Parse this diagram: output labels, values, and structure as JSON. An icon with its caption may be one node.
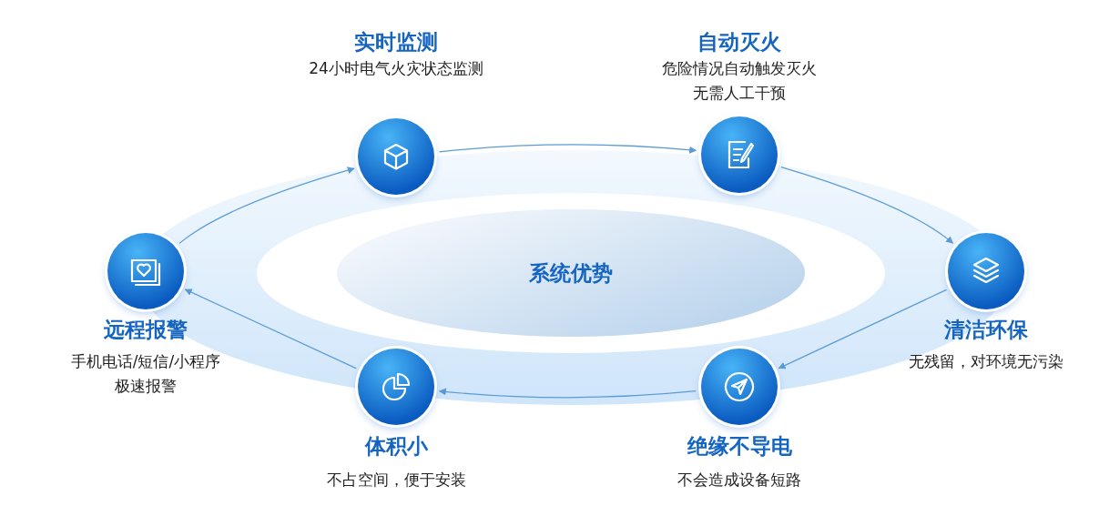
{
  "diagram": {
    "nodes": [
      {
        "text": [
          "系统优势"
        ]
      },
      {
        "text": [
          "实时监测",
          "24小时电气火灾状态监测"
        ]
      },
      {
        "text": [
          "自动灭火",
          "危险情况自动触发灭火无需人工干预"
        ]
      },
      {
        "text": [
          "清洁环保",
          "无残留，对环境无污染"
        ]
      },
      {
        "text": [
          "绝缘不导电",
          "不会造成设备短路"
        ]
      },
      {
        "text": [
          "体积小",
          "不占空间，便于安装"
        ]
      },
      {
        "text": [
          "远程报警",
          "手机电话/短信/小程序极速报警"
        ]
      }
    ],
    "edges": [
      {
        "from": 1,
        "to": 2,
        "arrow": "to"
      },
      {
        "from": 2,
        "to": 3,
        "arrow": "to"
      },
      {
        "from": 3,
        "to": 4,
        "arrow": "to"
      },
      {
        "from": 4,
        "to": 5,
        "arrow": "to"
      },
      {
        "from": 5,
        "to": 6,
        "arrow": "to"
      },
      {
        "from": 6,
        "to": 1,
        "arrow": "to"
      }
    ]
  }
}
